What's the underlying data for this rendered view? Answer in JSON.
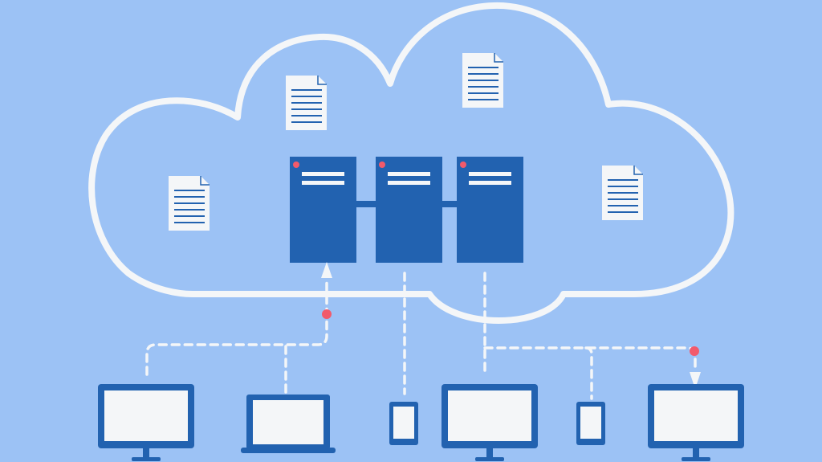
{
  "colors": {
    "background": "#9cc2f5",
    "cloud_outline": "#f4f6f8",
    "server": "#2262b0",
    "server_stripe": "#f4f6f8",
    "server_led": "#f25a6b",
    "device_frame": "#2262b0",
    "device_screen": "#f4f6f8",
    "document_page": "#f4f6f8",
    "document_lines": "#2262b0",
    "connection_line": "#f4f6f8",
    "connection_dot": "#f25a6b"
  },
  "icons": {
    "cloud": "cloud-outline-icon",
    "server": "server-rack-icon",
    "document": "document-icon",
    "desktop": "desktop-monitor-icon",
    "laptop": "laptop-icon",
    "phone": "smartphone-icon",
    "arrow": "arrowhead-icon",
    "dot": "red-dot-icon"
  },
  "counts": {
    "servers": 3,
    "documents": 4,
    "desktops": 3,
    "laptops": 1,
    "phones": 2
  }
}
